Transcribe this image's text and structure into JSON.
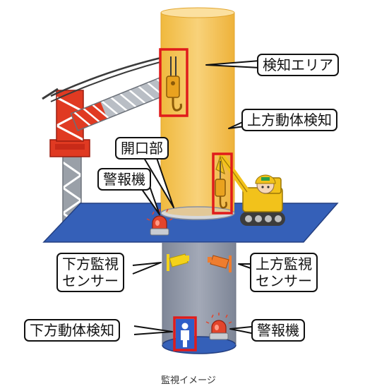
{
  "labels": {
    "detection_area": "検知エリア",
    "upper_motion_detection": "上方動体検知",
    "opening": "開口部",
    "alarm_top": "警報機",
    "lower_camera": [
      "下方監視",
      "センサー"
    ],
    "upper_camera": [
      "上方監視",
      "センサー"
    ],
    "lower_motion_detection": "下方動体検知",
    "alarm_bottom": "警報機"
  },
  "caption": "監視イメージ",
  "colors": {
    "detection_zone": "#f5c64f",
    "ground_plane": "#3560b8",
    "shaft": "#8f96a6",
    "highlight_box": "#e01b1b",
    "crane_red": "#e03a22",
    "crane_gray": "#9aa0a8",
    "excavator_yellow": "#f2c21b",
    "lower_sensor": "#f4d21a",
    "upper_sensor": "#ee7d2f",
    "alarm_lamp": "#e2452c"
  },
  "icons": [
    "crane-icon",
    "crane-hook-icon",
    "excavator-icon",
    "worker-icon",
    "alarm-lamp-icon",
    "security-camera-icon",
    "person-icon"
  ]
}
